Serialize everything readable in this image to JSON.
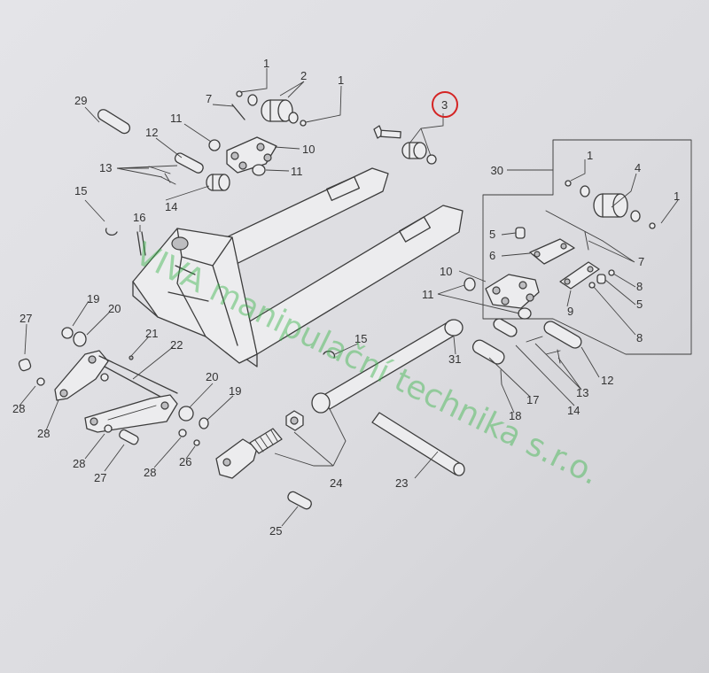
{
  "diagram": {
    "watermark": "VIVA manipulační technika s.r.o.",
    "highlight_color": "#d42424",
    "watermark_color": "#3ab54a",
    "labels": {
      "l1a": "1",
      "l2": "2",
      "l1b": "1",
      "l29": "29",
      "l7a": "7",
      "l3": "3",
      "l11a": "11",
      "l12a": "12",
      "l10a": "10",
      "l11b": "11",
      "l13a": "13",
      "l30": "30",
      "l1c": "1",
      "l4": "4",
      "l1d": "1",
      "l14a": "14",
      "l15a": "15",
      "l16": "16",
      "l5a": "5",
      "l6": "6",
      "l7b": "7",
      "l10b": "10",
      "l8a": "8",
      "l11c": "11",
      "l5b": "5",
      "l9": "9",
      "l8b": "8",
      "l27a": "27",
      "l19a": "19",
      "l20a": "20",
      "l21": "21",
      "l22": "22",
      "l15b": "15",
      "l31": "31",
      "l12b": "12",
      "l13b": "13",
      "l17": "17",
      "l14b": "14",
      "l18": "18",
      "l28a": "28",
      "l28b": "28",
      "l20b": "20",
      "l19b": "19",
      "l28c": "28",
      "l26": "26",
      "l27b": "27",
      "l28d": "28",
      "l24": "24",
      "l23": "23",
      "l25": "25"
    }
  }
}
